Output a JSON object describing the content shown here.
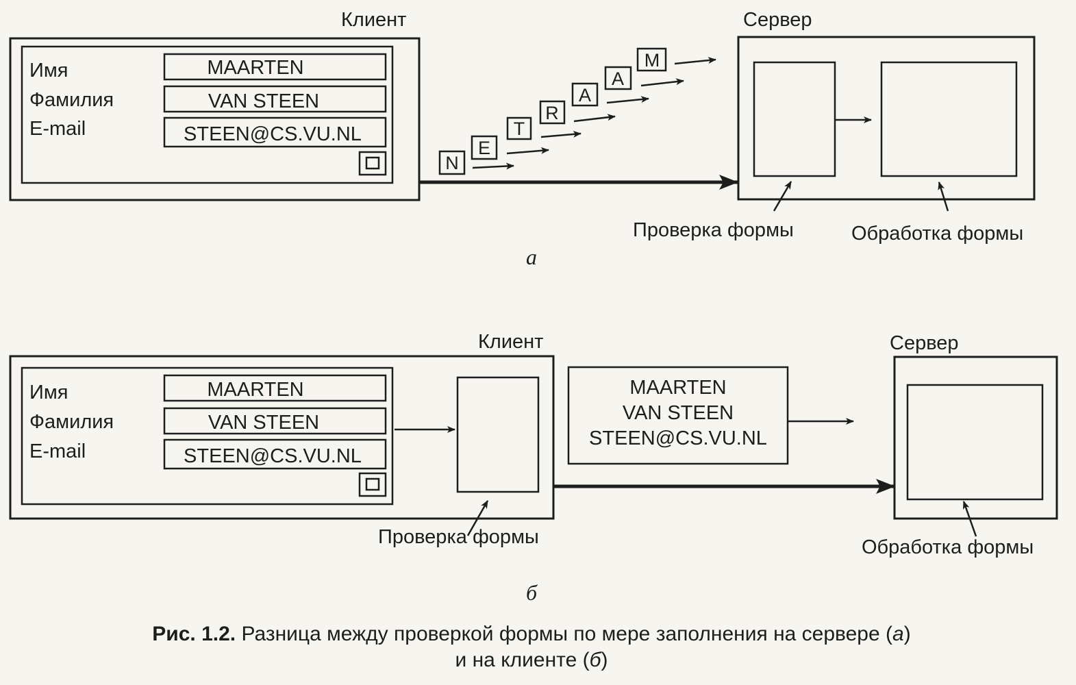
{
  "panel_a": {
    "client_label": "Клиент",
    "server_label": "Сервер",
    "form": {
      "labels": [
        "Имя",
        "Фамилия",
        "E-mail"
      ],
      "values": [
        "MAARTEN",
        "VAN STEEN",
        "STEEN@CS.VU.NL"
      ]
    },
    "letters": [
      "N",
      "E",
      "T",
      "R",
      "A",
      "A",
      "M"
    ],
    "check_label": "Проверка формы",
    "process_label": "Обработка формы",
    "sublabel": "а"
  },
  "panel_b": {
    "client_label": "Клиент",
    "server_label": "Сервер",
    "form": {
      "labels": [
        "Имя",
        "Фамилия",
        "E-mail"
      ],
      "values": [
        "MAARTEN",
        "VAN STEEN",
        "STEEN@CS.VU.NL"
      ]
    },
    "message": [
      "MAARTEN",
      "VAN STEEN",
      "STEEN@CS.VU.NL"
    ],
    "check_label": "Проверка формы",
    "process_label": "Обработка формы",
    "sublabel": "б"
  },
  "caption": {
    "bold": "Рис. 1.2.",
    "line1_text": " Разница между проверкой формы по мере заполнения на сервере (",
    "line1_italic": "а",
    "line1_end": ")",
    "line2_text": "и на клиенте (",
    "line2_italic": "б",
    "line2_end": ")"
  }
}
